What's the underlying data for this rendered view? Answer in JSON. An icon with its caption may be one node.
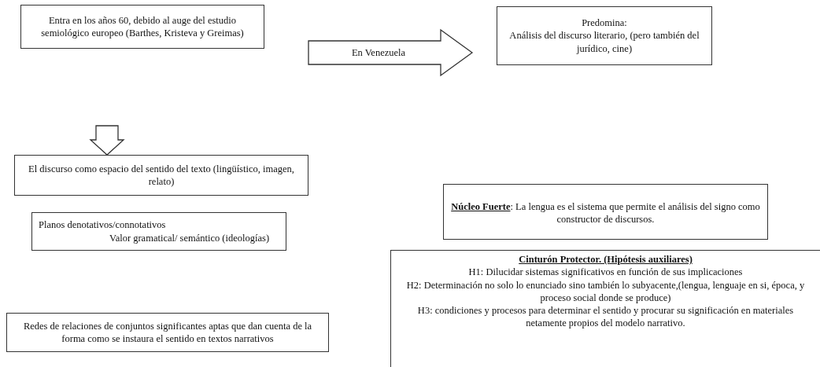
{
  "diagram": {
    "nodes": [
      {
        "text": [
          "Entra en los años 60, debido al auge del estudio semiológico europeo (Barthes, Kristeva y Greimas)"
        ]
      },
      {
        "text": [
          "Predomina:",
          "Análisis del discurso literario, (pero también del jurídico, cine)"
        ]
      },
      {
        "text": [
          "El discurso como espacio del sentido del texto (lingüístico, imagen, relato)"
        ]
      },
      {
        "text": [
          "Planos denotativos/connotativos",
          "Valor gramatical/ semántico (ideologías)"
        ]
      },
      {
        "text": [
          "Redes de relaciones de conjuntos significantes aptas que dan cuenta de la forma como se instaura el sentido en textos narrativos"
        ]
      },
      {
        "text": [
          "**Núcleo Fuerte**: La lengua es el sistema que permite el análisis del signo como constructor de discursos."
        ]
      },
      {
        "text": [
          "Cinturón Protector. (Hipótesis auxiliares)",
          "H1: Dilucidar sistemas significativos en función de sus implicaciones",
          "H2: Determinación no solo lo enunciado sino también lo subyacente,(lengua, lenguaje en si, época, y proceso social donde se produce)",
          "H3: condiciones y procesos para determinar el sentido y procurar su significación en materiales netamente propios del modelo narrativo."
        ]
      }
    ],
    "edges": [
      {
        "from": 0,
        "to": 1,
        "arrow": "to",
        "label": "En Venezuela"
      },
      {
        "from": null,
        "to": 2,
        "arrow": "to"
      }
    ]
  }
}
